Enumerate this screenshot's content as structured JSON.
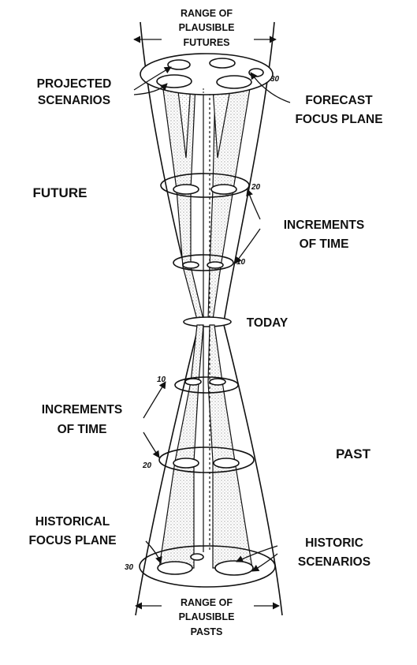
{
  "labels": {
    "range_futures": [
      "RANGE OF",
      "PLAUSIBLE",
      "FUTURES"
    ],
    "projected_scenarios": [
      "PROJECTED",
      "SCENARIOS"
    ],
    "forecast_focus_plane": [
      "FORECAST",
      "FOCUS PLANE"
    ],
    "future": "FUTURE",
    "increments_future": [
      "INCREMENTS",
      "OF TIME"
    ],
    "today": "TODAY",
    "increments_past": [
      "INCREMENTS",
      "OF TIME"
    ],
    "past": "PAST",
    "historical_focus_plane": [
      "HISTORICAL",
      "FOCUS PLANE"
    ],
    "historic_scenarios": [
      "HISTORIC",
      "SCENARIOS"
    ],
    "range_pasts": [
      "RANGE OF",
      "PLAUSIBLE",
      "PASTS"
    ]
  },
  "ticks": {
    "future_30": "30",
    "future_20": "20",
    "future_10": "10",
    "past_10": "10",
    "past_20": "20",
    "past_30": "30"
  },
  "colors": {
    "ink": "#111111",
    "paper": "#ffffff",
    "stipple": "#8a8a8a"
  }
}
